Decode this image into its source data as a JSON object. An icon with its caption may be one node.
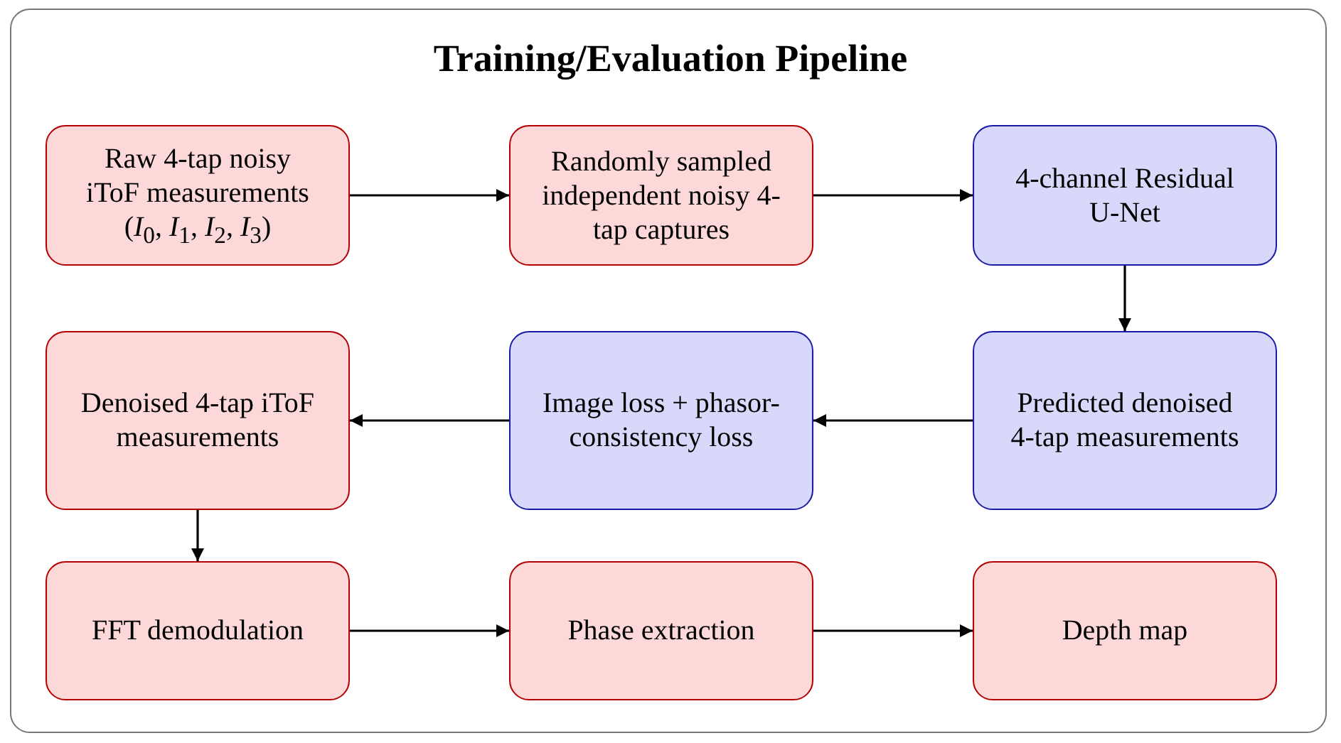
{
  "diagram": {
    "title": "Training/Evaluation Pipeline",
    "nodes": [
      {
        "text": [
          "Raw 4-tap noisy iToF measurements (*I*$_{0}$, *I*$_{1}$, *I*$_{2}$, *I*$_{3}$)"
        ]
      },
      {
        "text": [
          "Randomly sampled independent noisy 4-tap captures"
        ]
      },
      {
        "text": [
          "4-channel Residual U-Net"
        ]
      },
      {
        "text": [
          "Denoised 4-tap iToF measurements"
        ]
      },
      {
        "text": [
          "Image loss + phasor-consistency loss"
        ]
      },
      {
        "text": [
          "Predicted denoised 4-tap measurements"
        ]
      },
      {
        "text": [
          "FFT demodulation"
        ]
      },
      {
        "text": [
          "Phase extraction"
        ]
      },
      {
        "text": [
          "Depth map"
        ]
      }
    ],
    "edges": [
      {
        "from": 0,
        "to": 1,
        "arrow": "to"
      },
      {
        "from": 1,
        "to": 2,
        "arrow": "to"
      },
      {
        "from": 2,
        "to": 5,
        "arrow": "to"
      },
      {
        "from": 5,
        "to": 4,
        "arrow": "to"
      },
      {
        "from": 4,
        "to": 3,
        "arrow": "to"
      },
      {
        "from": 3,
        "to": 6,
        "arrow": "to"
      },
      {
        "from": 6,
        "to": 7,
        "arrow": "to"
      },
      {
        "from": 7,
        "to": 8,
        "arrow": "to"
      }
    ]
  }
}
